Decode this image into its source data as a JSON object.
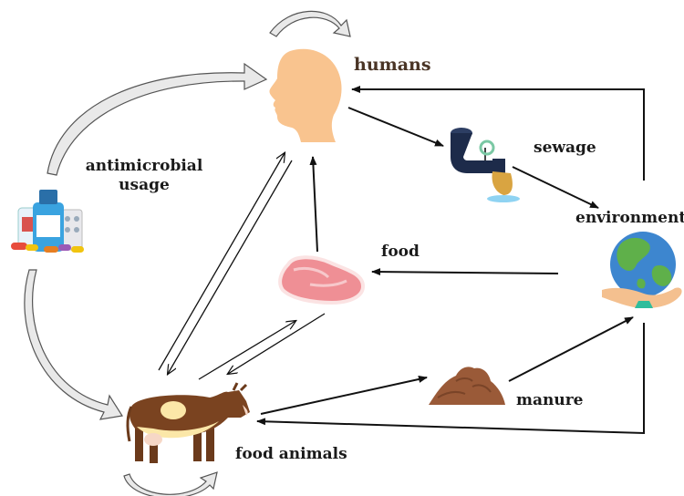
{
  "labels": {
    "humans": "humans",
    "sewage": "sewage",
    "environment": "environment",
    "food": "food",
    "manure": "manure",
    "food_animals": "food animals",
    "antimicrobial_line1": "antimicrobial",
    "antimicrobial_line2": "usage"
  },
  "colors": {
    "arrow": "#111111",
    "curved_arrow_fill": "#e9e9e9",
    "curved_arrow_stroke": "#555555",
    "skin": "#f9c48f",
    "meat": "#ef8f95",
    "meat_fat": "#fbe3e3",
    "cow_body": "#7a4320",
    "cow_belly": "#fbe7a8",
    "manure": "#9a5a38",
    "earth_land": "#5fb04a",
    "earth_sea": "#3d86cf",
    "hand": "#f4c08f",
    "pipe": "#1d2b4a",
    "valve": "#7bc8a4",
    "bottle": "#3aa3e0"
  },
  "icons": [
    "human-head-icon",
    "medicine-bottles-icon",
    "sewage-pipe-icon",
    "earth-in-hands-icon",
    "meat-steak-icon",
    "cow-icon",
    "manure-pile-icon"
  ]
}
